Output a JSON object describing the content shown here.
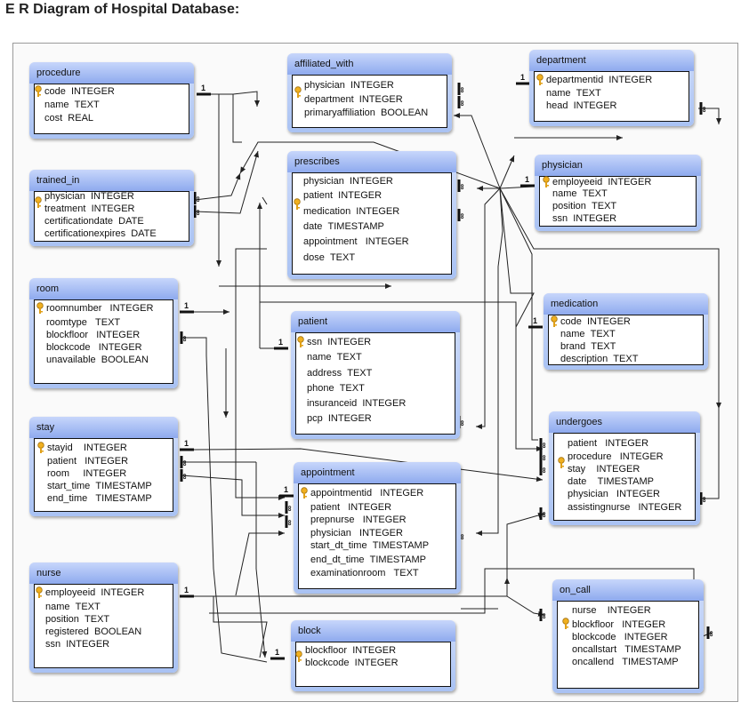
{
  "title": "E R Diagram of Hospital Database:",
  "entities": {
    "procedure": {
      "name": "procedure",
      "attrs": [
        "code  INTEGER",
        "name  TEXT",
        "cost  REAL"
      ]
    },
    "trained_in": {
      "name": "trained_in",
      "attrs": [
        "physician  INTEGER",
        "treatment  INTEGER",
        "certificationdate  DATE",
        "certificationexpires  DATE"
      ]
    },
    "room": {
      "name": "room",
      "attrs": [
        "roomnumber   INTEGER",
        "roomtype   TEXT",
        "blockfloor   INTEGER",
        "blockcode   INTEGER",
        "unavailable  BOOLEAN"
      ]
    },
    "stay": {
      "name": "stay",
      "attrs": [
        "stayid    INTEGER",
        "patient   INTEGER",
        "room     INTEGER",
        "start_time  TIMESTAMP",
        "end_time   TIMESTAMP"
      ]
    },
    "nurse": {
      "name": "nurse",
      "attrs": [
        "employeeid  INTEGER",
        "name  TEXT",
        "position  TEXT",
        "registered  BOOLEAN",
        "ssn  INTEGER"
      ]
    },
    "affiliated_with": {
      "name": "affiliated_with",
      "attrs": [
        "physician  INTEGER",
        "department  INTEGER",
        "primaryaffiliation  BOOLEAN"
      ]
    },
    "prescribes": {
      "name": "prescribes",
      "attrs": [
        "physician  INTEGER",
        "patient  INTEGER",
        "medication  INTEGER",
        "date  TIMESTAMP",
        "appointment   INTEGER",
        "dose  TEXT"
      ]
    },
    "patient": {
      "name": "patient",
      "attrs": [
        "ssn  INTEGER",
        "name  TEXT",
        "address  TEXT",
        "phone  TEXT",
        "insuranceid  INTEGER",
        "pcp  INTEGER"
      ]
    },
    "appointment": {
      "name": "appointment",
      "attrs": [
        "appointmentid   INTEGER",
        "patient   INTEGER",
        "prepnurse   INTEGER",
        "physician   INTEGER",
        "start_dt_time  TIMESTAMP",
        "end_dt_time  TIMESTAMP",
        "examinationroom   TEXT"
      ]
    },
    "block": {
      "name": "block",
      "attrs": [
        "blockfloor  INTEGER",
        "blockcode  INTEGER"
      ]
    },
    "department": {
      "name": "department",
      "attrs": [
        "departmentid  INTEGER",
        "name  TEXT",
        "head  INTEGER"
      ]
    },
    "physician": {
      "name": "physician",
      "attrs": [
        "employeeid  INTEGER",
        "name  TEXT",
        "position  TEXT",
        "ssn  INTEGER"
      ]
    },
    "medication": {
      "name": "medication",
      "attrs": [
        "code  INTEGER",
        "name  TEXT",
        "brand  TEXT",
        "description  TEXT"
      ]
    },
    "undergoes": {
      "name": "undergoes",
      "attrs": [
        "patient   INTEGER",
        "procedure   INTEGER",
        "stay    INTEGER",
        "date    TIMESTAMP",
        "physician   INTEGER",
        "assistingnurse   INTEGER"
      ]
    },
    "on_call": {
      "name": "on_call",
      "attrs": [
        "nurse    INTEGER",
        "blockfloor   INTEGER",
        "blockcode   INTEGER",
        "oncallstart   TIMESTAMP",
        "oncallend   TIMESTAMP"
      ]
    }
  },
  "cardinality": {
    "one": "1",
    "many": "∞"
  }
}
